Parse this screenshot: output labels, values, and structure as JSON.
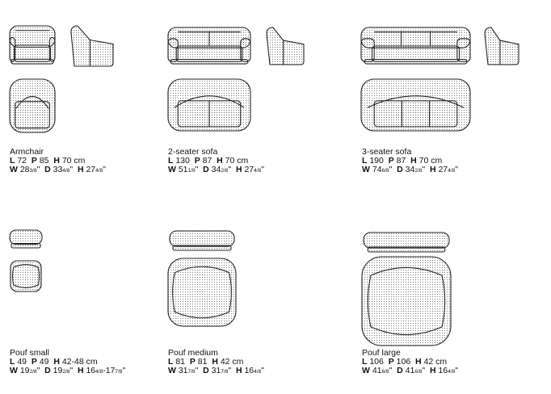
{
  "items": [
    {
      "name": "Armchair",
      "metric": [
        [
          "L",
          "72"
        ],
        [
          "P",
          "85"
        ],
        [
          "H",
          "70"
        ]
      ],
      "metric_unit": "cm",
      "imperial": [
        {
          "k": "W",
          "parts": [
            [
              "28",
              "3/8"
            ]
          ]
        },
        {
          "k": "D",
          "parts": [
            [
              "33",
              "4/8"
            ]
          ]
        },
        {
          "k": "H",
          "parts": [
            [
              "27",
              "4/8"
            ]
          ]
        }
      ]
    },
    {
      "name": "2-seater sofa",
      "metric": [
        [
          "L",
          "130"
        ],
        [
          "P",
          "87"
        ],
        [
          "H",
          "70"
        ]
      ],
      "metric_unit": "cm",
      "imperial": [
        {
          "k": "W",
          "parts": [
            [
              "51",
              "1/8"
            ]
          ]
        },
        {
          "k": "D",
          "parts": [
            [
              "34",
              "2/8"
            ]
          ]
        },
        {
          "k": "H",
          "parts": [
            [
              "27",
              "4/8"
            ]
          ]
        }
      ]
    },
    {
      "name": "3-seater sofa",
      "metric": [
        [
          "L",
          "190"
        ],
        [
          "P",
          "87"
        ],
        [
          "H",
          "70"
        ]
      ],
      "metric_unit": "cm",
      "imperial": [
        {
          "k": "W",
          "parts": [
            [
              "74",
              "6/8"
            ]
          ]
        },
        {
          "k": "D",
          "parts": [
            [
              "34",
              "2/8"
            ]
          ]
        },
        {
          "k": "H",
          "parts": [
            [
              "27",
              "4/8"
            ]
          ]
        }
      ]
    },
    {
      "name": "Pouf small",
      "metric": [
        [
          "L",
          "49"
        ],
        [
          "P",
          "49"
        ],
        [
          "H",
          "42-48"
        ]
      ],
      "metric_unit": "cm",
      "imperial": [
        {
          "k": "W",
          "parts": [
            [
              "19",
              "2/8"
            ]
          ]
        },
        {
          "k": "D",
          "parts": [
            [
              "19",
              "2/8"
            ]
          ]
        },
        {
          "k": "H",
          "parts": [
            [
              "16",
              "4/8"
            ],
            [
              "-17",
              "7/8"
            ]
          ]
        }
      ]
    },
    {
      "name": "Pouf medium",
      "metric": [
        [
          "L",
          "81"
        ],
        [
          "P",
          "81"
        ],
        [
          "H",
          "42"
        ]
      ],
      "metric_unit": "cm",
      "imperial": [
        {
          "k": "W",
          "parts": [
            [
              "31",
              "7/8"
            ]
          ]
        },
        {
          "k": "D",
          "parts": [
            [
              "31",
              "7/8"
            ]
          ]
        },
        {
          "k": "H",
          "parts": [
            [
              "16",
              "4/8"
            ]
          ]
        }
      ]
    },
    {
      "name": "Pouf large",
      "metric": [
        [
          "L",
          "106"
        ],
        [
          "P",
          "106"
        ],
        [
          "H",
          "42"
        ]
      ],
      "metric_unit": "cm",
      "imperial": [
        {
          "k": "W",
          "parts": [
            [
              "41",
              "6/8"
            ]
          ]
        },
        {
          "k": "D",
          "parts": [
            [
              "41",
              "6/8"
            ]
          ]
        },
        {
          "k": "H",
          "parts": [
            [
              "16",
              "4/8"
            ]
          ]
        }
      ]
    }
  ]
}
